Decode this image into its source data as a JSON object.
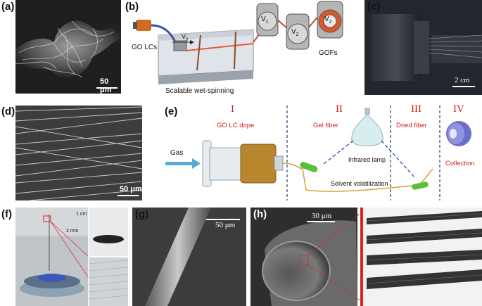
{
  "figure": {
    "panel_labels": [
      "(a)",
      "(b)",
      "(c)",
      "(d)",
      "(e)",
      "(f)",
      "(g)",
      "(h)"
    ],
    "panel_a": {
      "scale": "50 μm"
    },
    "panel_b": {
      "source_label": "GO LCs",
      "velocity_v0": "V",
      "v0_sub": "0",
      "roller_1": "V",
      "roller_1_sub": "1",
      "roller_2": "V",
      "roller_2_sub": "2",
      "roller_3": "V",
      "roller_3_sub": "2",
      "product_label": "GOFs",
      "bath_label": "Scalable wet-spinning"
    },
    "panel_c": {
      "scale": "2 cm"
    },
    "panel_d": {
      "scale": "50 μm"
    },
    "panel_e": {
      "stages": [
        "I",
        "II",
        "III",
        "IV"
      ],
      "stage_titles": [
        "GO LC dope",
        "Gel fiber",
        "Dried fiber",
        "Collection"
      ],
      "gas_label": "Gas",
      "lamp_label": "Infrared lamp",
      "process_label": "Solvent volatilization"
    },
    "panel_f": {
      "scale_1": "1 cm",
      "scale_2": "2 mm"
    },
    "panel_g": {
      "scale": "50 μm"
    },
    "panel_h": {
      "scale": "30 μm"
    }
  }
}
